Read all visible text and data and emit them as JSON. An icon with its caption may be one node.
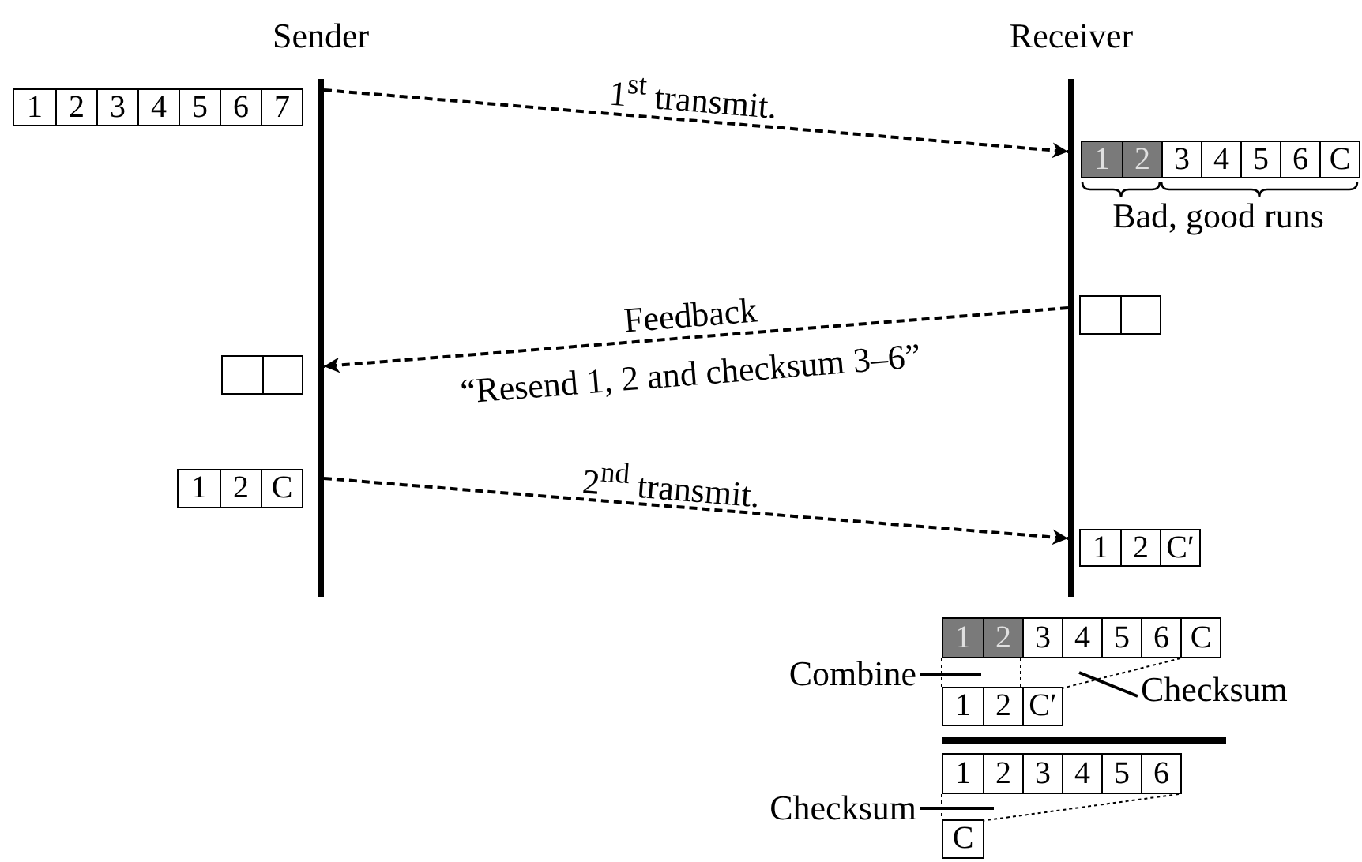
{
  "diagram": {
    "nodes": [
      {
        "text": [
          "Sender"
        ]
      },
      {
        "text": [
          "Receiver"
        ]
      },
      {
        "text": [
          "1",
          "2",
          "3",
          "4",
          "5",
          "6",
          "7"
        ]
      },
      {
        "text": [
          "1",
          "2",
          "3",
          "4",
          "5",
          "6",
          "C"
        ]
      },
      {
        "text": [],
        "shape": "box"
      },
      {
        "text": [],
        "shape": "box"
      },
      {
        "text": [
          "1",
          "2",
          "C"
        ]
      },
      {
        "text": [
          "1",
          "2",
          "C′"
        ]
      },
      {
        "text": [
          "1",
          "2",
          "3",
          "4",
          "5",
          "6",
          "C"
        ]
      },
      {
        "text": [
          "1",
          "2",
          "C′"
        ]
      },
      {
        "text": [
          "Combine"
        ]
      },
      {
        "text": [
          "Checksum"
        ]
      },
      {
        "text": [
          "1",
          "2",
          "3",
          "4",
          "5",
          "6"
        ]
      },
      {
        "text": [
          "C"
        ]
      },
      {
        "text": [
          "Checksum"
        ]
      }
    ],
    "edges": [
      {
        "from": 0,
        "to": 1,
        "arrow": "to",
        "style": "dashed",
        "label": "1$^{st}$ transmit."
      },
      {
        "from": 1,
        "to": 0,
        "arrow": "to",
        "style": "dashed",
        "label": "Feedback"
      },
      {
        "from": 0,
        "to": 1,
        "arrow": "to",
        "style": "dashed",
        "label": "2$^{nd}$ transmit."
      },
      {
        "from": 10,
        "to": 9,
        "arrow": "none"
      },
      {
        "from": 11,
        "to": 8,
        "arrow": "none"
      },
      {
        "from": 14,
        "to": 13,
        "arrow": "none"
      },
      {
        "from": 8,
        "to": 9,
        "arrow": "none",
        "style": "dashed"
      },
      {
        "from": 8,
        "to": 9,
        "arrow": "none",
        "style": "dashed"
      },
      {
        "from": 8,
        "to": 9,
        "arrow": "none",
        "style": "dashed"
      },
      {
        "from": 12,
        "to": 13,
        "arrow": "none",
        "style": "dashed"
      },
      {
        "from": 12,
        "to": 13,
        "arrow": "none",
        "style": "dashed"
      }
    ],
    "labels": [
      "“Resend 1, 2 and checksum 3–6”",
      "Bad, good runs"
    ]
  }
}
